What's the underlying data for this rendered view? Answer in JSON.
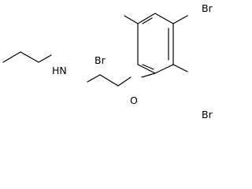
{
  "structure": {
    "atoms": {
      "amine": "HN",
      "ether_oxygen": "O",
      "bromine_top_right": "Br",
      "bromine_ortho_upper": "Br",
      "bromine_ortho_lower": "Br"
    },
    "colors": {
      "bond": "#000000",
      "label": "#000000",
      "background": "#ffffff"
    }
  }
}
